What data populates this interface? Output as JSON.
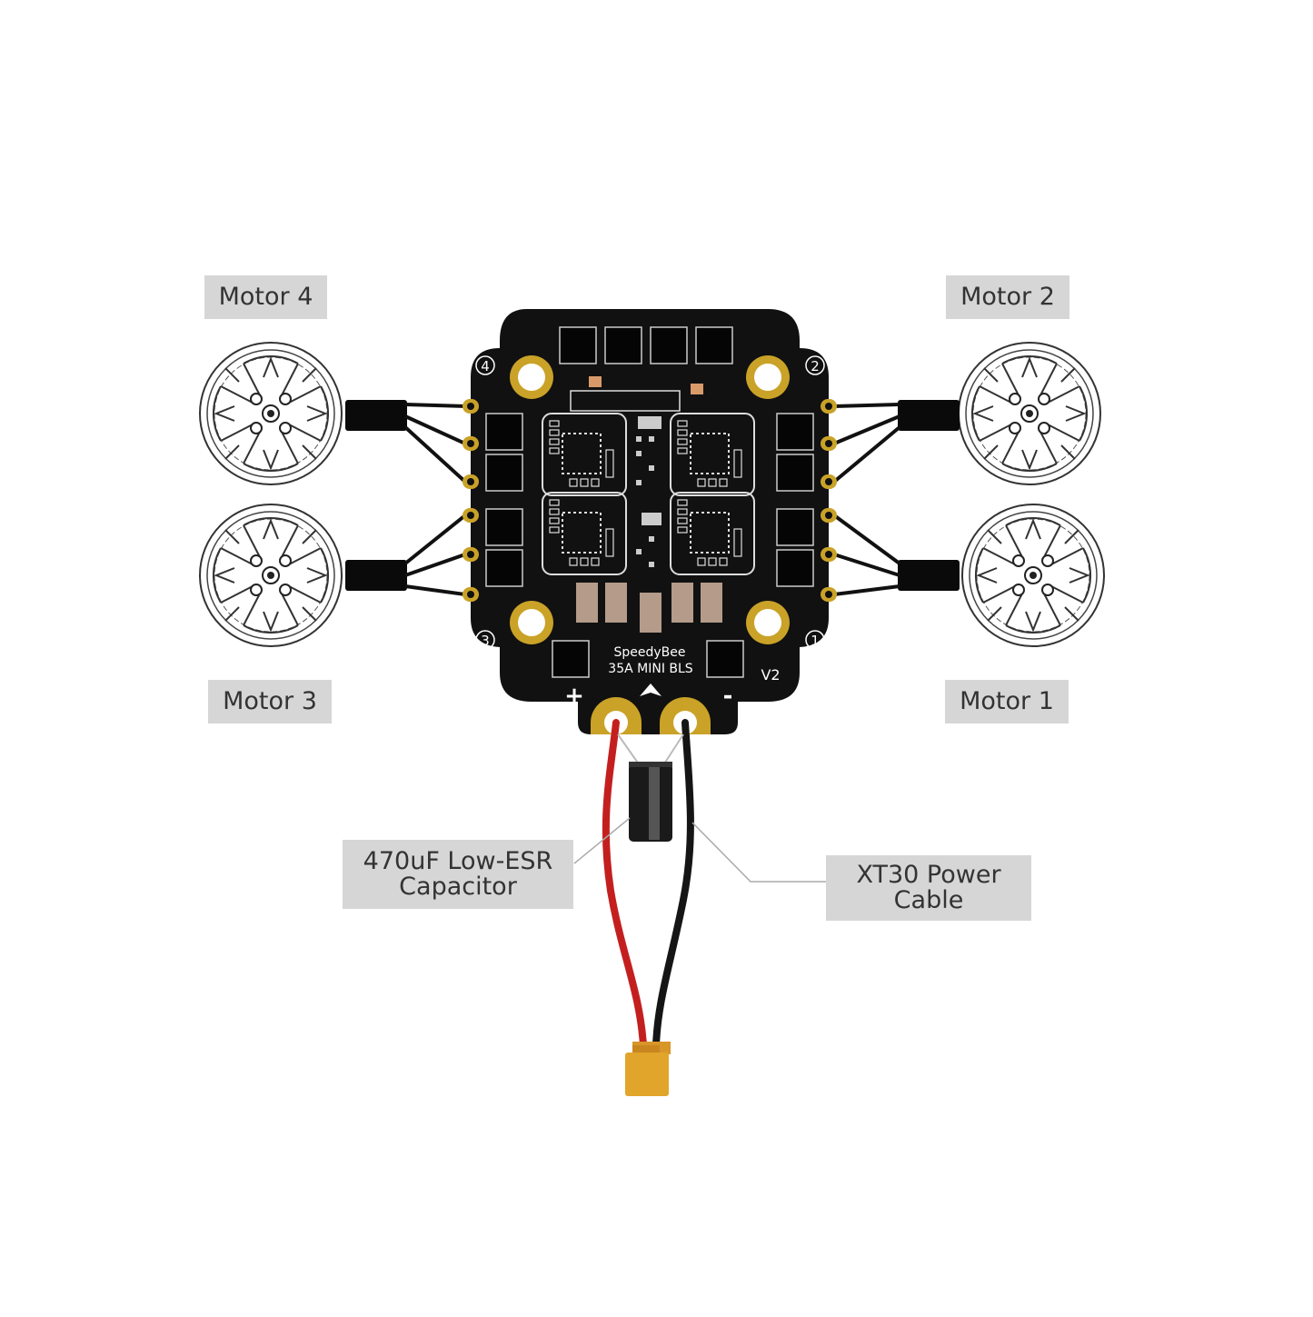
{
  "labels": {
    "motor4": "Motor 4",
    "motor2": "Motor 2",
    "motor3": "Motor 3",
    "motor1": "Motor 1",
    "capacitor_line1": "470uF Low-ESR",
    "capacitor_line2": "Capacitor",
    "power_line1": "XT30 Power",
    "power_line2": "Cable"
  },
  "board": {
    "brand": "SpeedyBee",
    "model": "35A MINI BLS",
    "version": "V2",
    "plus_sign": "+",
    "minus_sign": "-",
    "corner_numbers": [
      "4",
      "2",
      "3",
      "1"
    ]
  },
  "colors": {
    "board": "#111111",
    "gold": "#c9a227",
    "label_bg": "#d6d6d6",
    "label_text": "#333333",
    "red_wire": "#c41f1f",
    "black_wire": "#151515",
    "xt30": "#e0a52a"
  }
}
